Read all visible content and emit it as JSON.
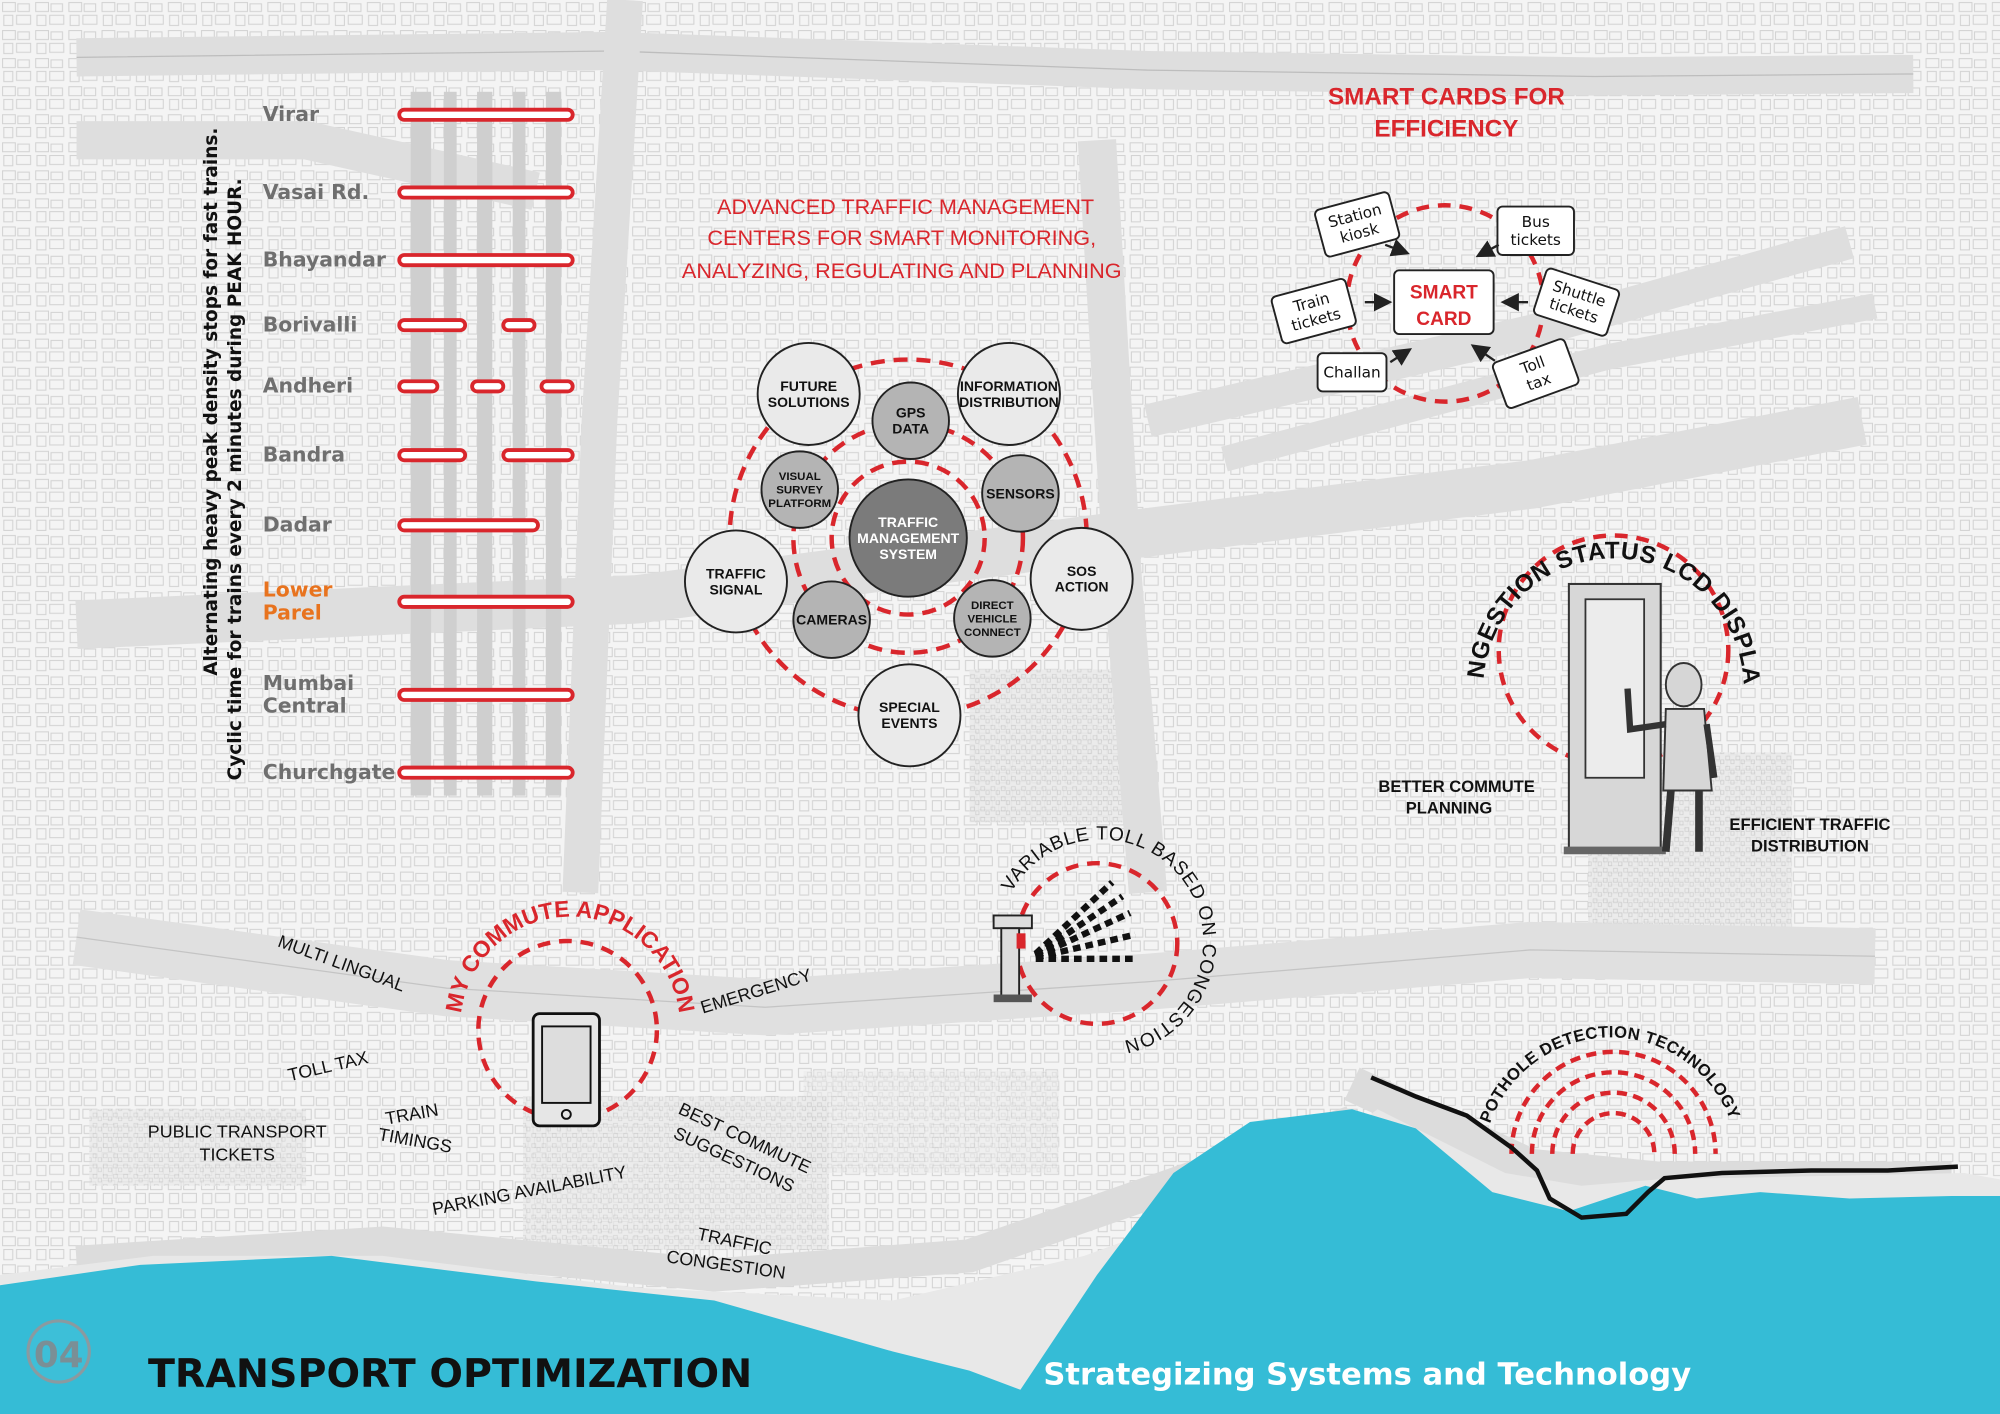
{
  "vertical_note": {
    "line1": "Alternating heavy peak density stops for fast trains.",
    "line2": "Cyclic time for trains every 2 minutes during PEAK HOUR."
  },
  "stations": [
    {
      "name": "Virar",
      "highlight": false,
      "pattern": [
        [
          0,
          1
        ]
      ]
    },
    {
      "name": "Vasai Rd.",
      "highlight": false,
      "pattern": [
        [
          0,
          1
        ]
      ]
    },
    {
      "name": "Bhayandar",
      "highlight": false,
      "pattern": [
        [
          0,
          1
        ]
      ]
    },
    {
      "name": "Borivalli",
      "highlight": false,
      "pattern": [
        [
          0,
          0.38
        ],
        [
          0.6,
          0.78
        ]
      ]
    },
    {
      "name": "Andheri",
      "highlight": false,
      "pattern": [
        [
          0,
          0.22
        ],
        [
          0.42,
          0.6
        ],
        [
          0.82,
          1
        ]
      ]
    },
    {
      "name": "Bandra",
      "highlight": false,
      "pattern": [
        [
          0,
          0.38
        ],
        [
          0.6,
          1
        ]
      ]
    },
    {
      "name": "Dadar",
      "highlight": false,
      "pattern": [
        [
          0,
          0.8
        ]
      ]
    },
    {
      "name": "Lower Parel",
      "highlight": true,
      "pattern": [
        [
          0,
          1
        ]
      ]
    },
    {
      "name": "Mumbai Central",
      "highlight": false,
      "pattern": [
        [
          0,
          1
        ]
      ]
    },
    {
      "name": "Churchgate",
      "highlight": false,
      "pattern": [
        [
          0,
          1
        ]
      ]
    }
  ],
  "atm": {
    "title_lines": [
      "ADVANCED TRAFFIC MANAGEMENT",
      "CENTERS FOR SMART MONITORING,",
      "ANALYZING, REGULATING AND PLANNING"
    ],
    "center": "TRAFFIC MANAGEMENT SYSTEM",
    "inner_nodes": [
      "GPS DATA",
      "SENSORS",
      "DIRECT VEHICLE CONNECT",
      "CAMERAS",
      "VISUAL SURVEY PLATFORM"
    ],
    "outer_nodes": [
      "FUTURE SOLUTIONS",
      "INFORMATION DISTRIBUTION",
      "SOS ACTION",
      "SPECIAL EVENTS",
      "TRAFFIC SIGNAL"
    ]
  },
  "smart_cards": {
    "title_lines": [
      "SMART CARDS FOR",
      "EFFICIENCY"
    ],
    "center_lines": [
      "SMART",
      "CARD"
    ],
    "items": [
      {
        "lines": [
          "Station",
          "kiosk"
        ]
      },
      {
        "lines": [
          "Bus",
          "tickets"
        ]
      },
      {
        "lines": [
          "Train",
          "tickets"
        ]
      },
      {
        "lines": [
          "Shuttle",
          "tickets"
        ]
      },
      {
        "lines": [
          "Challan"
        ]
      },
      {
        "lines": [
          "Toll",
          "tax"
        ]
      }
    ]
  },
  "congestion": {
    "title": "CONGESTION STATUS LCD DISPLAYS",
    "label_better_lines": [
      "BETTER COMMUTE",
      "PLANNING"
    ],
    "label_efficient_lines": [
      "EFFICIENT TRAFFIC",
      "DISTRIBUTION"
    ]
  },
  "toll": {
    "title": "VARIABLE TOLL BASED ON CONGESTION"
  },
  "commute": {
    "title": "MY COMMUTE APPLICATION",
    "features": {
      "multi_lingual": "MULTI LINGUAL",
      "emergency": "EMERGENCY",
      "toll_tax": "TOLL TAX",
      "train_timings_lines": [
        "TRAIN",
        "TIMINGS"
      ],
      "public_transport_lines": [
        "PUBLIC TRANSPORT",
        "TICKETS"
      ],
      "parking": "PARKING AVAILABILITY",
      "best_commute_lines": [
        "BEST COMMUTE",
        "SUGGESTIONS"
      ],
      "traffic_congestion_lines": [
        "TRAFFIC",
        "CONGESTION"
      ]
    }
  },
  "pothole": {
    "title": "POTHOLE DETECTION TECHNOLOGY"
  },
  "footer": {
    "number": "04",
    "title": "TRANSPORT OPTIMIZATION",
    "subtitle": "Strategizing Systems and Technology"
  },
  "colors": {
    "accent_red": "#d9262c",
    "station_orange": "#e8731e",
    "sea": "#35bcd6",
    "node_light": "#eaeaea",
    "node_mid": "#b4b4b4",
    "node_dark": "#7b7b7b",
    "footer_text": "#111111",
    "subtitle_text": "#ffffff"
  }
}
